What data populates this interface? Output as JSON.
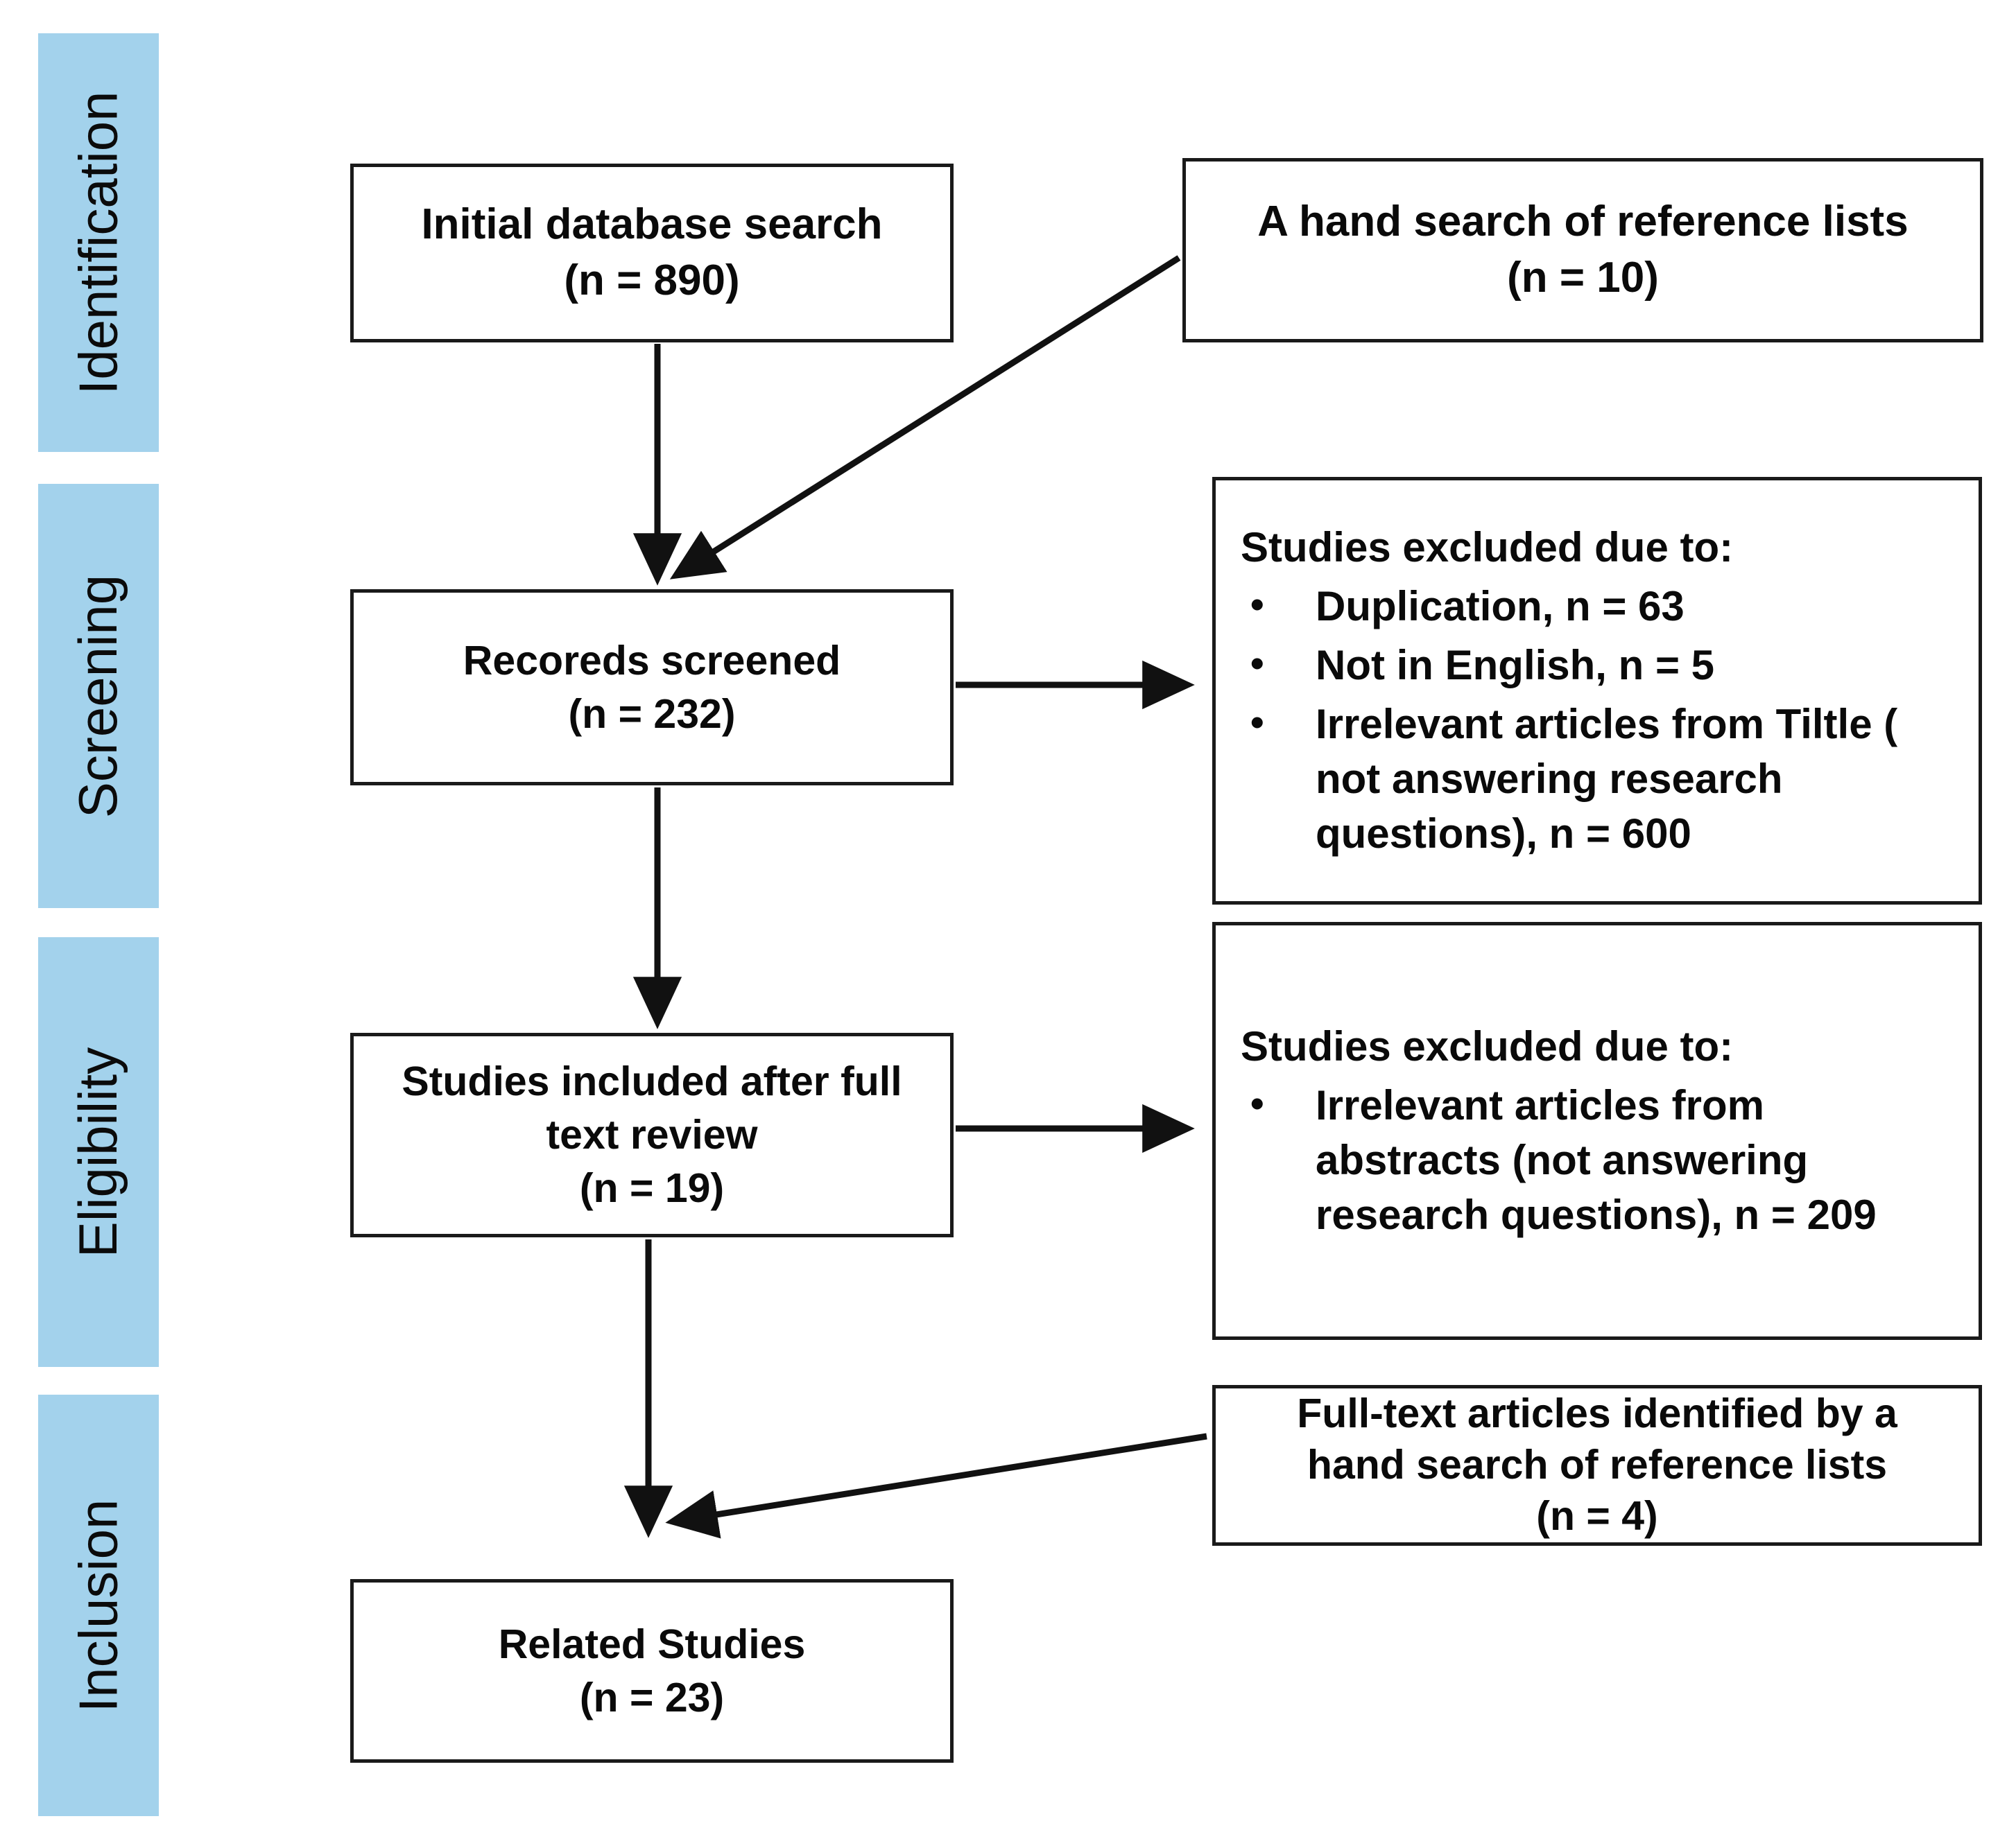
{
  "diagram": {
    "type": "prisma-flow-diagram",
    "phases": [
      {
        "id": "identification",
        "label": "Identification"
      },
      {
        "id": "screening",
        "label": "Screening"
      },
      {
        "id": "eligibility",
        "label": "Eligibility"
      },
      {
        "id": "inclusion",
        "label": "Inclusion"
      }
    ],
    "accent_color": "#a3d2ec",
    "border_color": "#1a1a1a",
    "text_color": "#0a0a0a",
    "background_color": "#ffffff",
    "boxes": {
      "initial_search": {
        "line1": "Initial database search",
        "line2": "(n = 890)",
        "n": 890
      },
      "hand_search": {
        "line1": "A hand search of reference lists",
        "line2": "(n = 10)",
        "n": 10
      },
      "records_screened": {
        "line1": "Recoreds screened",
        "line2": "(n = 232)",
        "n": 232
      },
      "full_text_review": {
        "line1": "Studies included after full",
        "line2": "text review",
        "line3": "(n = 19)",
        "n": 19
      },
      "handsearch_fulltext": {
        "line1": "Full-text articles identified by a",
        "line2": "hand search of reference lists",
        "line3": "(n = 4)",
        "n": 4
      },
      "related_studies": {
        "line1": "Related Studies",
        "line2": "(n = 23)",
        "n": 23
      },
      "excluded_screening": {
        "title": "Studies excluded due to:",
        "bullet_glyph": "•",
        "items": [
          "Duplication, n = 63",
          "Not in English, n = 5",
          "Irrelevant articles from Tiltle ( not answering research questions), n = 600"
        ],
        "counts": [
          63,
          5,
          600
        ]
      },
      "excluded_eligibility": {
        "title": "Studies excluded due to:",
        "bullet_glyph": "•",
        "items": [
          "Irrelevant articles from abstracts (not answering research questions), n = 209"
        ],
        "counts": [
          209
        ]
      }
    },
    "connectors": [
      {
        "id": "initial-to-screened",
        "from": "initial_search",
        "to": "records_screened",
        "style": "vertical-arrow"
      },
      {
        "id": "handsearch-to-screened",
        "from": "hand_search",
        "to": "records_screened",
        "style": "diagonal-arrow"
      },
      {
        "id": "screened-to-excluded",
        "from": "records_screened",
        "to": "excluded_screening",
        "style": "horizontal-arrow"
      },
      {
        "id": "screened-to-fulltext",
        "from": "records_screened",
        "to": "full_text_review",
        "style": "vertical-arrow"
      },
      {
        "id": "fulltext-to-excluded",
        "from": "full_text_review",
        "to": "excluded_eligibility",
        "style": "horizontal-arrow"
      },
      {
        "id": "fulltext-to-related",
        "from": "full_text_review",
        "to": "related_studies",
        "style": "vertical-arrow"
      },
      {
        "id": "handsearchfull-to-related",
        "from": "handsearch_fulltext",
        "to": "related_studies",
        "style": "diagonal-arrow"
      }
    ]
  }
}
